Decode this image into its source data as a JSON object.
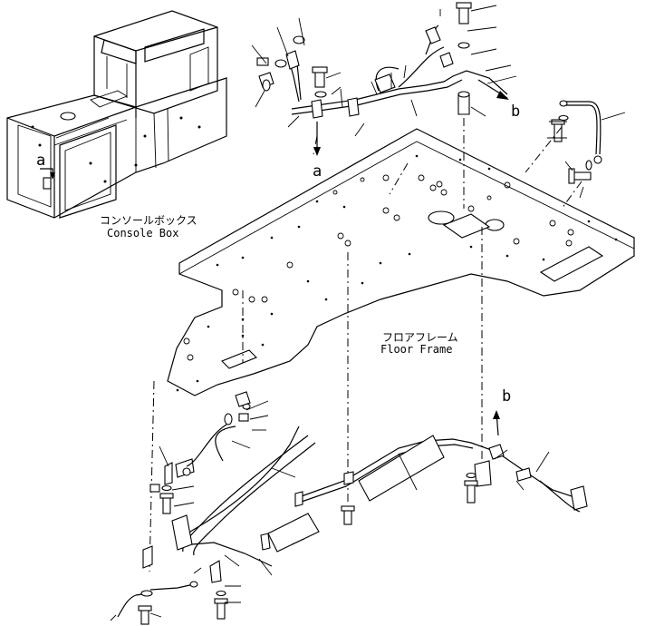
{
  "labels": {
    "console_box_jp": "コンソールボックス",
    "console_box_en": "Console Box",
    "floor_frame_jp": "フロアフレーム",
    "floor_frame_en": "Floor Frame",
    "view_a": "a",
    "view_a_upper": "a",
    "view_a_console": "a",
    "view_b_upper": "b",
    "view_b_lower": "b"
  }
}
